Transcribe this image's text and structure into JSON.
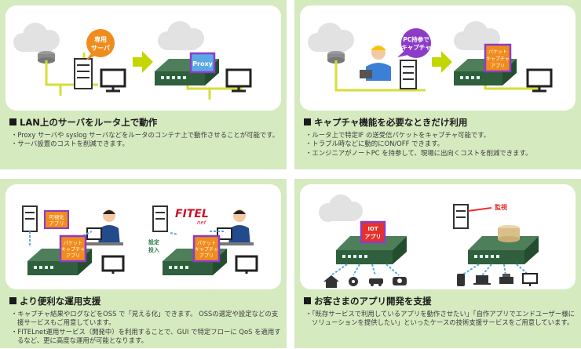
{
  "panels": [
    {
      "heading": "LAN上のサーバをルータ上で動作",
      "bullets": [
        "Proxy サーバや syslog サーバなどをルータのコンテナ上で動作させることが可能です。",
        "サーバ設置のコストを削減できます。"
      ],
      "labels": {
        "bubble": [
          "専用",
          "サーバ"
        ],
        "app": "Proxy"
      }
    },
    {
      "heading": "キャプチャ機能を必要なときだけ利用",
      "bullets": [
        "ルータ上で特定IF の送受信パケットをキャプチャ可能です。",
        "トラブル時などに動的にON/OFF できます。",
        "エンジニアがノートPC を持参して、現場に出向くコストを削減できます。"
      ],
      "labels": {
        "bubble": [
          "PC持参で",
          "キャプチャ"
        ],
        "app": [
          "パケット",
          "キャプチャ",
          "アプリ"
        ]
      }
    },
    {
      "heading": "より便利な運用支援",
      "bullets": [
        "キャプチャ結果やログなどをOSS で「見える化」できます。 OSSの選定や設定などの支援サービスもご用意しています。",
        "FITELnet運用サービス（開発中）を利用することで、GUI で特定フローに QoS を適用するなど、更に高度な運用が可能となります。"
      ],
      "labels": {
        "vis": [
          "可視化",
          "アプリ"
        ],
        "app": [
          "パケット",
          "キャプチャ",
          "アプリ"
        ],
        "logo": "FITEL",
        "logo_sub": "net",
        "config": [
          "設定",
          "投入"
        ]
      }
    },
    {
      "heading": "お客さまのアプリ開発を支援",
      "bullets": [
        "「既存サービスで利用しているアプリを動作させたい」「自作アプリでエンドユーザー様にソリューションを提供したい」といったケースの技術支援サービスをご用意しています。"
      ],
      "labels": {
        "iot": [
          "IOT",
          "アプリ"
        ],
        "monitor": "監視"
      }
    }
  ],
  "colors": {
    "panel_bg": "#d6eac0",
    "arrow": "#c4d600",
    "orange": "#f08c1e",
    "purple": "#8c3cc8",
    "router": "#2f5f3c"
  }
}
